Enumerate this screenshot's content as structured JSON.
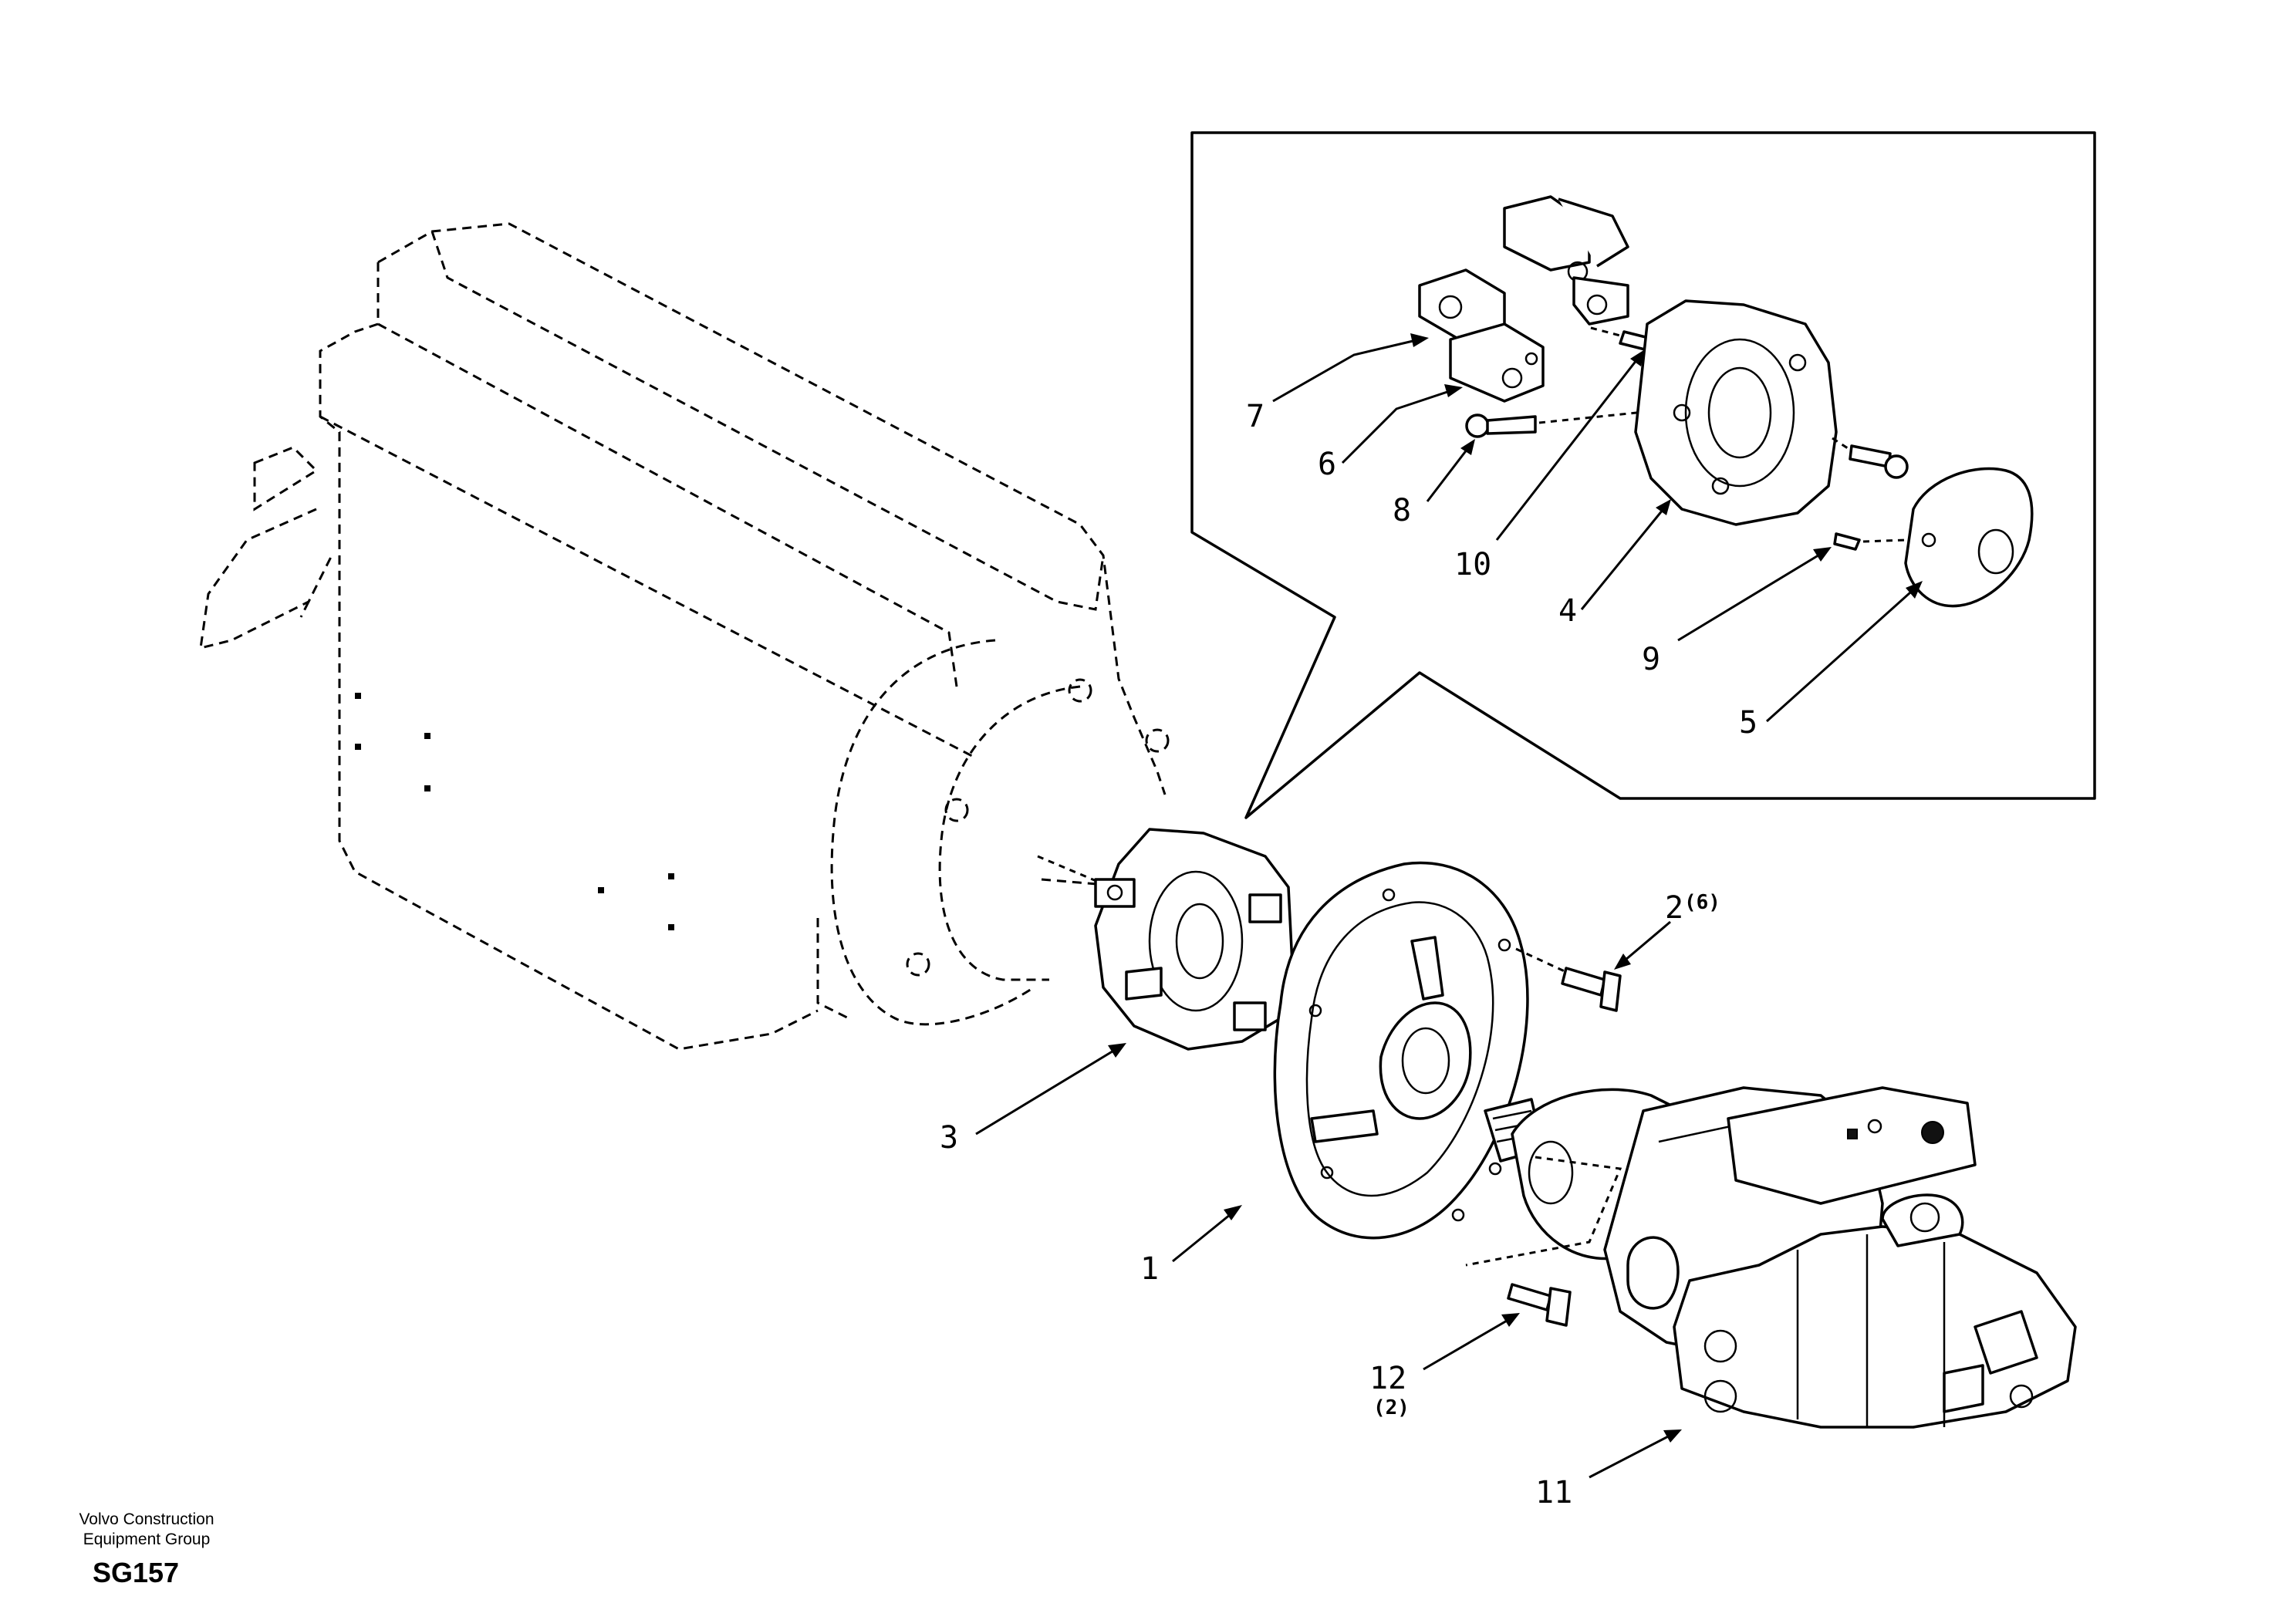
{
  "diagram": {
    "title": "",
    "callouts": [
      {
        "id": "c1",
        "label": "1",
        "qty": ""
      },
      {
        "id": "c2",
        "label": "2",
        "qty": "(6)"
      },
      {
        "id": "c3",
        "label": "3",
        "qty": ""
      },
      {
        "id": "c4",
        "label": "4",
        "qty": ""
      },
      {
        "id": "c5",
        "label": "5",
        "qty": ""
      },
      {
        "id": "c6",
        "label": "6",
        "qty": ""
      },
      {
        "id": "c7",
        "label": "7",
        "qty": ""
      },
      {
        "id": "c8",
        "label": "8",
        "qty": ""
      },
      {
        "id": "c9",
        "label": "9",
        "qty": ""
      },
      {
        "id": "c10",
        "label": "10",
        "qty": ""
      },
      {
        "id": "c11",
        "label": "11",
        "qty": ""
      },
      {
        "id": "c12",
        "label": "12",
        "qty": "(2)"
      }
    ]
  },
  "footer": {
    "company_line1": "Volvo Construction",
    "company_line2": "Equipment Group",
    "drawing_code": "SG157"
  }
}
